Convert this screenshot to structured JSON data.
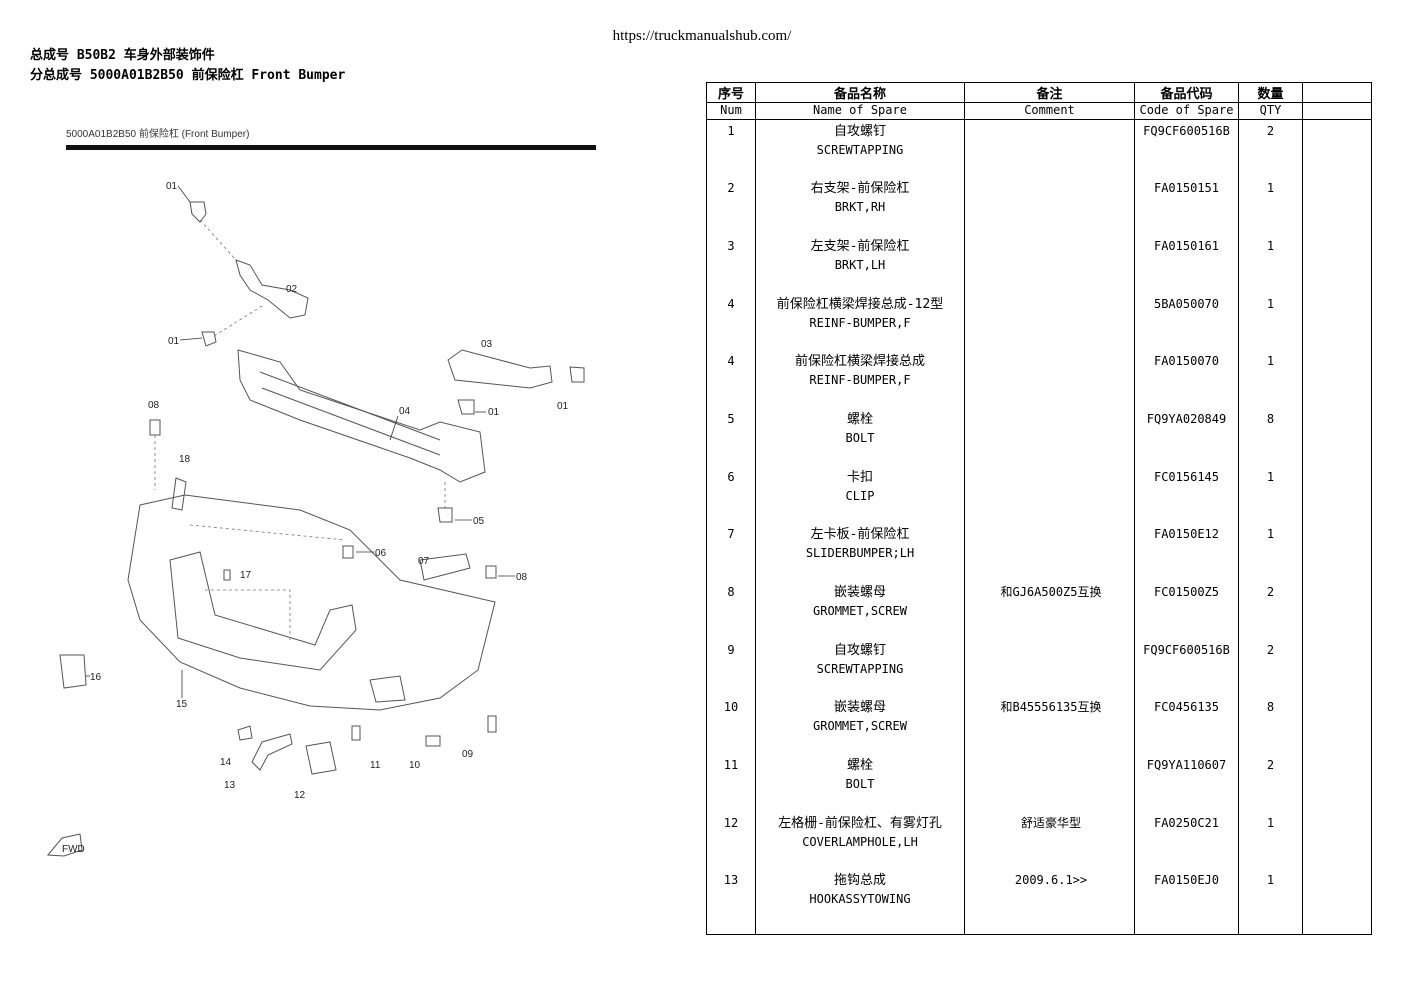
{
  "source_url": "https://truckmanualshub.com/",
  "header": {
    "assembly_line": "总成号 B50B2 车身外部装饰件",
    "subassembly_line": "分总成号 5000A01B2B50  前保险杠 Front Bumper"
  },
  "diagram": {
    "caption": "5000A01B2B50   前保险杠   (Front Bumper)",
    "callouts": [
      "01",
      "02",
      "01",
      "03",
      "01",
      "01",
      "08",
      "04",
      "18",
      "05",
      "06",
      "17",
      "07",
      "08",
      "16",
      "15",
      "14",
      "13",
      "11",
      "10",
      "09",
      "12"
    ],
    "fwd_label": "FWD"
  },
  "table": {
    "headers_cn": [
      "序号",
      "备品名称",
      "备注",
      "备品代码",
      "数量",
      ""
    ],
    "headers_en": [
      "Num",
      "Name of Spare",
      "Comment",
      "Code of Spare",
      "QTY",
      ""
    ],
    "rows": [
      {
        "num": "1",
        "name_cn": "自攻螺钉",
        "name_en": "SCREWTAPPING",
        "comment": "",
        "code": "FQ9CF600516B",
        "qty": "2"
      },
      {
        "num": "2",
        "name_cn": "右支架-前保险杠",
        "name_en": "BRKT,RH",
        "comment": "",
        "code": "FA0150151",
        "qty": "1"
      },
      {
        "num": "3",
        "name_cn": "左支架-前保险杠",
        "name_en": "BRKT,LH",
        "comment": "",
        "code": "FA0150161",
        "qty": "1"
      },
      {
        "num": "4",
        "name_cn": "前保险杠横梁焊接总成-12型",
        "name_en": "REINF-BUMPER,F",
        "comment": "",
        "code": "5BA050070",
        "qty": "1"
      },
      {
        "num": "4",
        "name_cn": "前保险杠横梁焊接总成",
        "name_en": "REINF-BUMPER,F",
        "comment": "",
        "code": "FA0150070",
        "qty": "1"
      },
      {
        "num": "5",
        "name_cn": "螺栓",
        "name_en": "BOLT",
        "comment": "",
        "code": "FQ9YA020849",
        "qty": "8"
      },
      {
        "num": "6",
        "name_cn": "卡扣",
        "name_en": "CLIP",
        "comment": "",
        "code": "FC0156145",
        "qty": "1"
      },
      {
        "num": "7",
        "name_cn": "左卡板-前保险杠",
        "name_en": "SLIDERBUMPER;LH",
        "comment": "",
        "code": "FA0150E12",
        "qty": "1"
      },
      {
        "num": "8",
        "name_cn": "嵌装螺母",
        "name_en": "GROMMET,SCREW",
        "comment": "和GJ6A500Z5互换",
        "code": "FC01500Z5",
        "qty": "2"
      },
      {
        "num": "9",
        "name_cn": "自攻螺钉",
        "name_en": "SCREWTAPPING",
        "comment": "",
        "code": "FQ9CF600516B",
        "qty": "2"
      },
      {
        "num": "10",
        "name_cn": "嵌装螺母",
        "name_en": "GROMMET,SCREW",
        "comment": "和B45556135互换",
        "code": "FC0456135",
        "qty": "8"
      },
      {
        "num": "11",
        "name_cn": "螺栓",
        "name_en": "BOLT",
        "comment": "",
        "code": "FQ9YA110607",
        "qty": "2"
      },
      {
        "num": "12",
        "name_cn": "左格栅-前保险杠、有雾灯孔",
        "name_en": "COVERLAMPHOLE,LH",
        "comment": "舒适豪华型",
        "code": "FA0250C21",
        "qty": "1"
      },
      {
        "num": "13",
        "name_cn": "拖钩总成",
        "name_en": "HOOKASSYTOWING",
        "comment": "2009.6.1>>",
        "code": "FA0150EJ0",
        "qty": "1"
      }
    ]
  }
}
